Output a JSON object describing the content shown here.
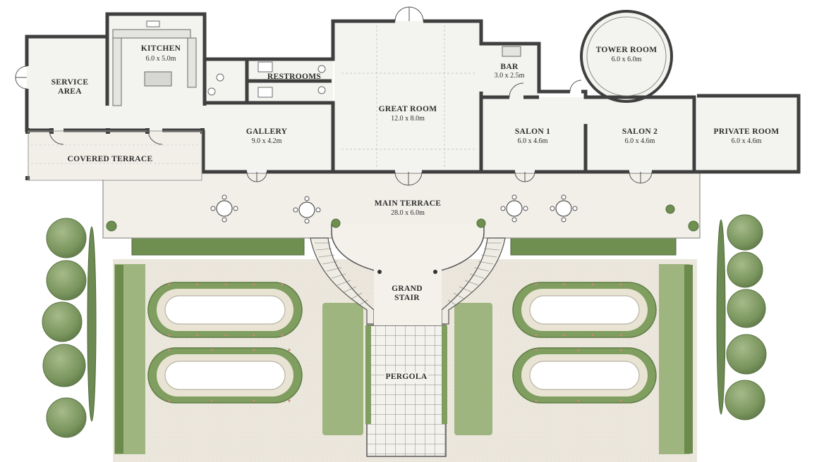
{
  "rooms": {
    "service_area": {
      "name_line1": "SERVICE",
      "name_line2": "AREA"
    },
    "kitchen": {
      "name": "KITCHEN",
      "dims": "6.0 x 5.0m"
    },
    "restrooms": {
      "name": "RESTROOMS"
    },
    "great_room": {
      "name": "GREAT ROOM",
      "dims": "12.0 x 8.0m"
    },
    "bar": {
      "name": "BAR",
      "dims": "3.0 x 2.5m"
    },
    "tower_room": {
      "name": "TOWER ROOM",
      "dims": "6.0 x 6.0m"
    },
    "gallery": {
      "name": "GALLERY",
      "dims": "9.0 x 4.2m"
    },
    "covered_terrace": {
      "name": "COVERED TERRACE"
    },
    "salon_1": {
      "name": "SALON 1",
      "dims": "6.0 x 4.6m"
    },
    "salon_2": {
      "name": "SALON 2",
      "dims": "6.0 x 4.6m"
    },
    "private_room": {
      "name": "PRIVATE ROOM",
      "dims": "6.0 x 4.6m"
    },
    "main_terrace": {
      "name": "MAIN TERRACE",
      "dims": "28.0 x 6.0m"
    },
    "grand_stair": {
      "name_line1": "GRAND",
      "name_line2": "STAIR"
    },
    "pergola": {
      "name": "PERGOLA"
    }
  },
  "colors": {
    "wall": "#3f3f3f",
    "floor": "#f3f3ef",
    "terrace": "#f1efe8",
    "lawn": "#9fb57f",
    "hedge": "#6b8a4c",
    "tree": "#7e9a62",
    "gravel": "#ebe6dc"
  }
}
